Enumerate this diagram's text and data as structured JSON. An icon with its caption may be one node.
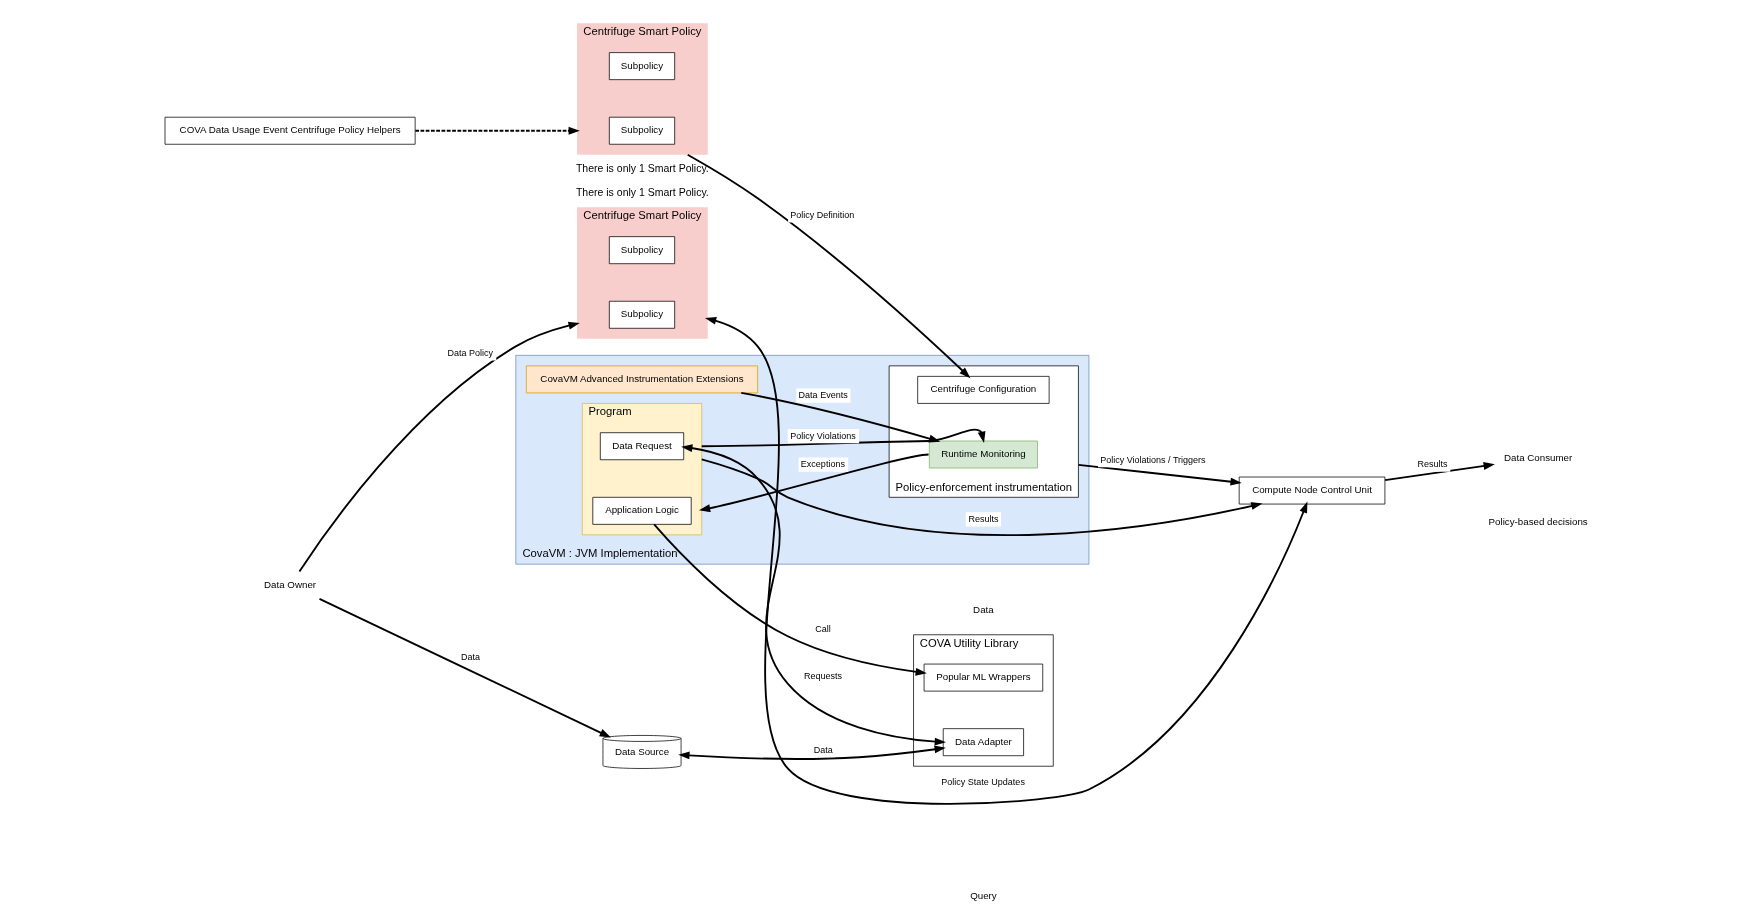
{
  "diagram": {
    "nodes": [
      {
        "text": [
          "COVA Utility Library"
        ]
      },
      {
        "text": [
          "Popular ML Wrappers"
        ],
        "in": 0
      },
      {
        "text": [
          "Data Adapter"
        ],
        "in": 0
      },
      {
        "text": [
          "Data Source"
        ]
      },
      {
        "text": [
          "Data Owner"
        ]
      },
      {
        "text": [
          "Centrifuge Smart Policy"
        ],
        "beside": [
          "There is only 1 Smart Policy."
        ]
      },
      {
        "text": [
          "Subpolicy"
        ],
        "in": 5
      },
      {
        "text": [
          "Subpolicy"
        ],
        "in": 5
      },
      {
        "text": [
          "CovaVM : JVM Implementation"
        ]
      },
      {
        "text": [
          "Program"
        ],
        "in": 8
      },
      {
        "text": [
          "Application Logic"
        ],
        "in": 9
      },
      {
        "text": [
          "Data Request"
        ],
        "in": 9
      },
      {
        "text": [
          "CovaVM Advanced Instrumentation Extensions"
        ],
        "in": 8
      },
      {
        "text": [
          "Policy-enforcement instrumentation"
        ],
        "in": 8
      },
      {
        "text": [
          "Centrifuge Configuration"
        ],
        "in": 13
      },
      {
        "text": [
          "Runtime Monitoring"
        ],
        "in": 13
      },
      {
        "text": [
          "COVA Data Usage Event Centrifuge Policy Helpers"
        ]
      },
      {
        "text": [
          "Centrifuge Smart Policy"
        ],
        "beside": [
          "There is only 1 Smart Policy."
        ]
      },
      {
        "text": [
          "Subpolicy"
        ],
        "in": 17
      },
      {
        "text": [
          "Subpolicy"
        ],
        "in": 17
      },
      {
        "text": [
          "Data Consumer"
        ]
      },
      {
        "text": [
          "Compute Node Control Unit"
        ]
      }
    ],
    "edges": [
      {
        "from": 3,
        "to": 2,
        "arrow": "both",
        "label": "Data"
      },
      {
        "from": 4,
        "to": 3,
        "arrow": "to",
        "label": "Data"
      },
      {
        "from": 4,
        "to": 5,
        "arrow": "to",
        "label": "Data Policy"
      },
      {
        "from": 10,
        "to": 1,
        "arrow": "to",
        "label": "Call"
      },
      {
        "from": 11,
        "to": 2,
        "arrow": "both",
        "label": "Requests"
      },
      {
        "from": 9,
        "to": 21,
        "arrow": "to",
        "label": "Results"
      },
      {
        "from": 13,
        "to": 21,
        "arrow": "to",
        "label": "Policy Violations / Triggers"
      },
      {
        "from": 21,
        "to": 20,
        "arrow": "to",
        "label": "Results"
      },
      {
        "from": 21,
        "to": 5,
        "arrow": "both",
        "label": "Policy State Updates"
      },
      {
        "from": 9,
        "to": 15,
        "arrow": "to",
        "label": "Policy Violations"
      },
      {
        "from": 15,
        "to": 9,
        "arrow": "to",
        "label": "Exceptions"
      },
      {
        "from": 12,
        "to": 15,
        "arrow": "to",
        "label": "Data Events"
      },
      {
        "from": 16,
        "to": 17,
        "arrow": "to",
        "style": "dashed"
      },
      {
        "from": 17,
        "to": 14,
        "arrow": "to",
        "label": "Policy Definition"
      }
    ],
    "labels": [
      "Query",
      "Data",
      "Policy-based decisions"
    ]
  }
}
